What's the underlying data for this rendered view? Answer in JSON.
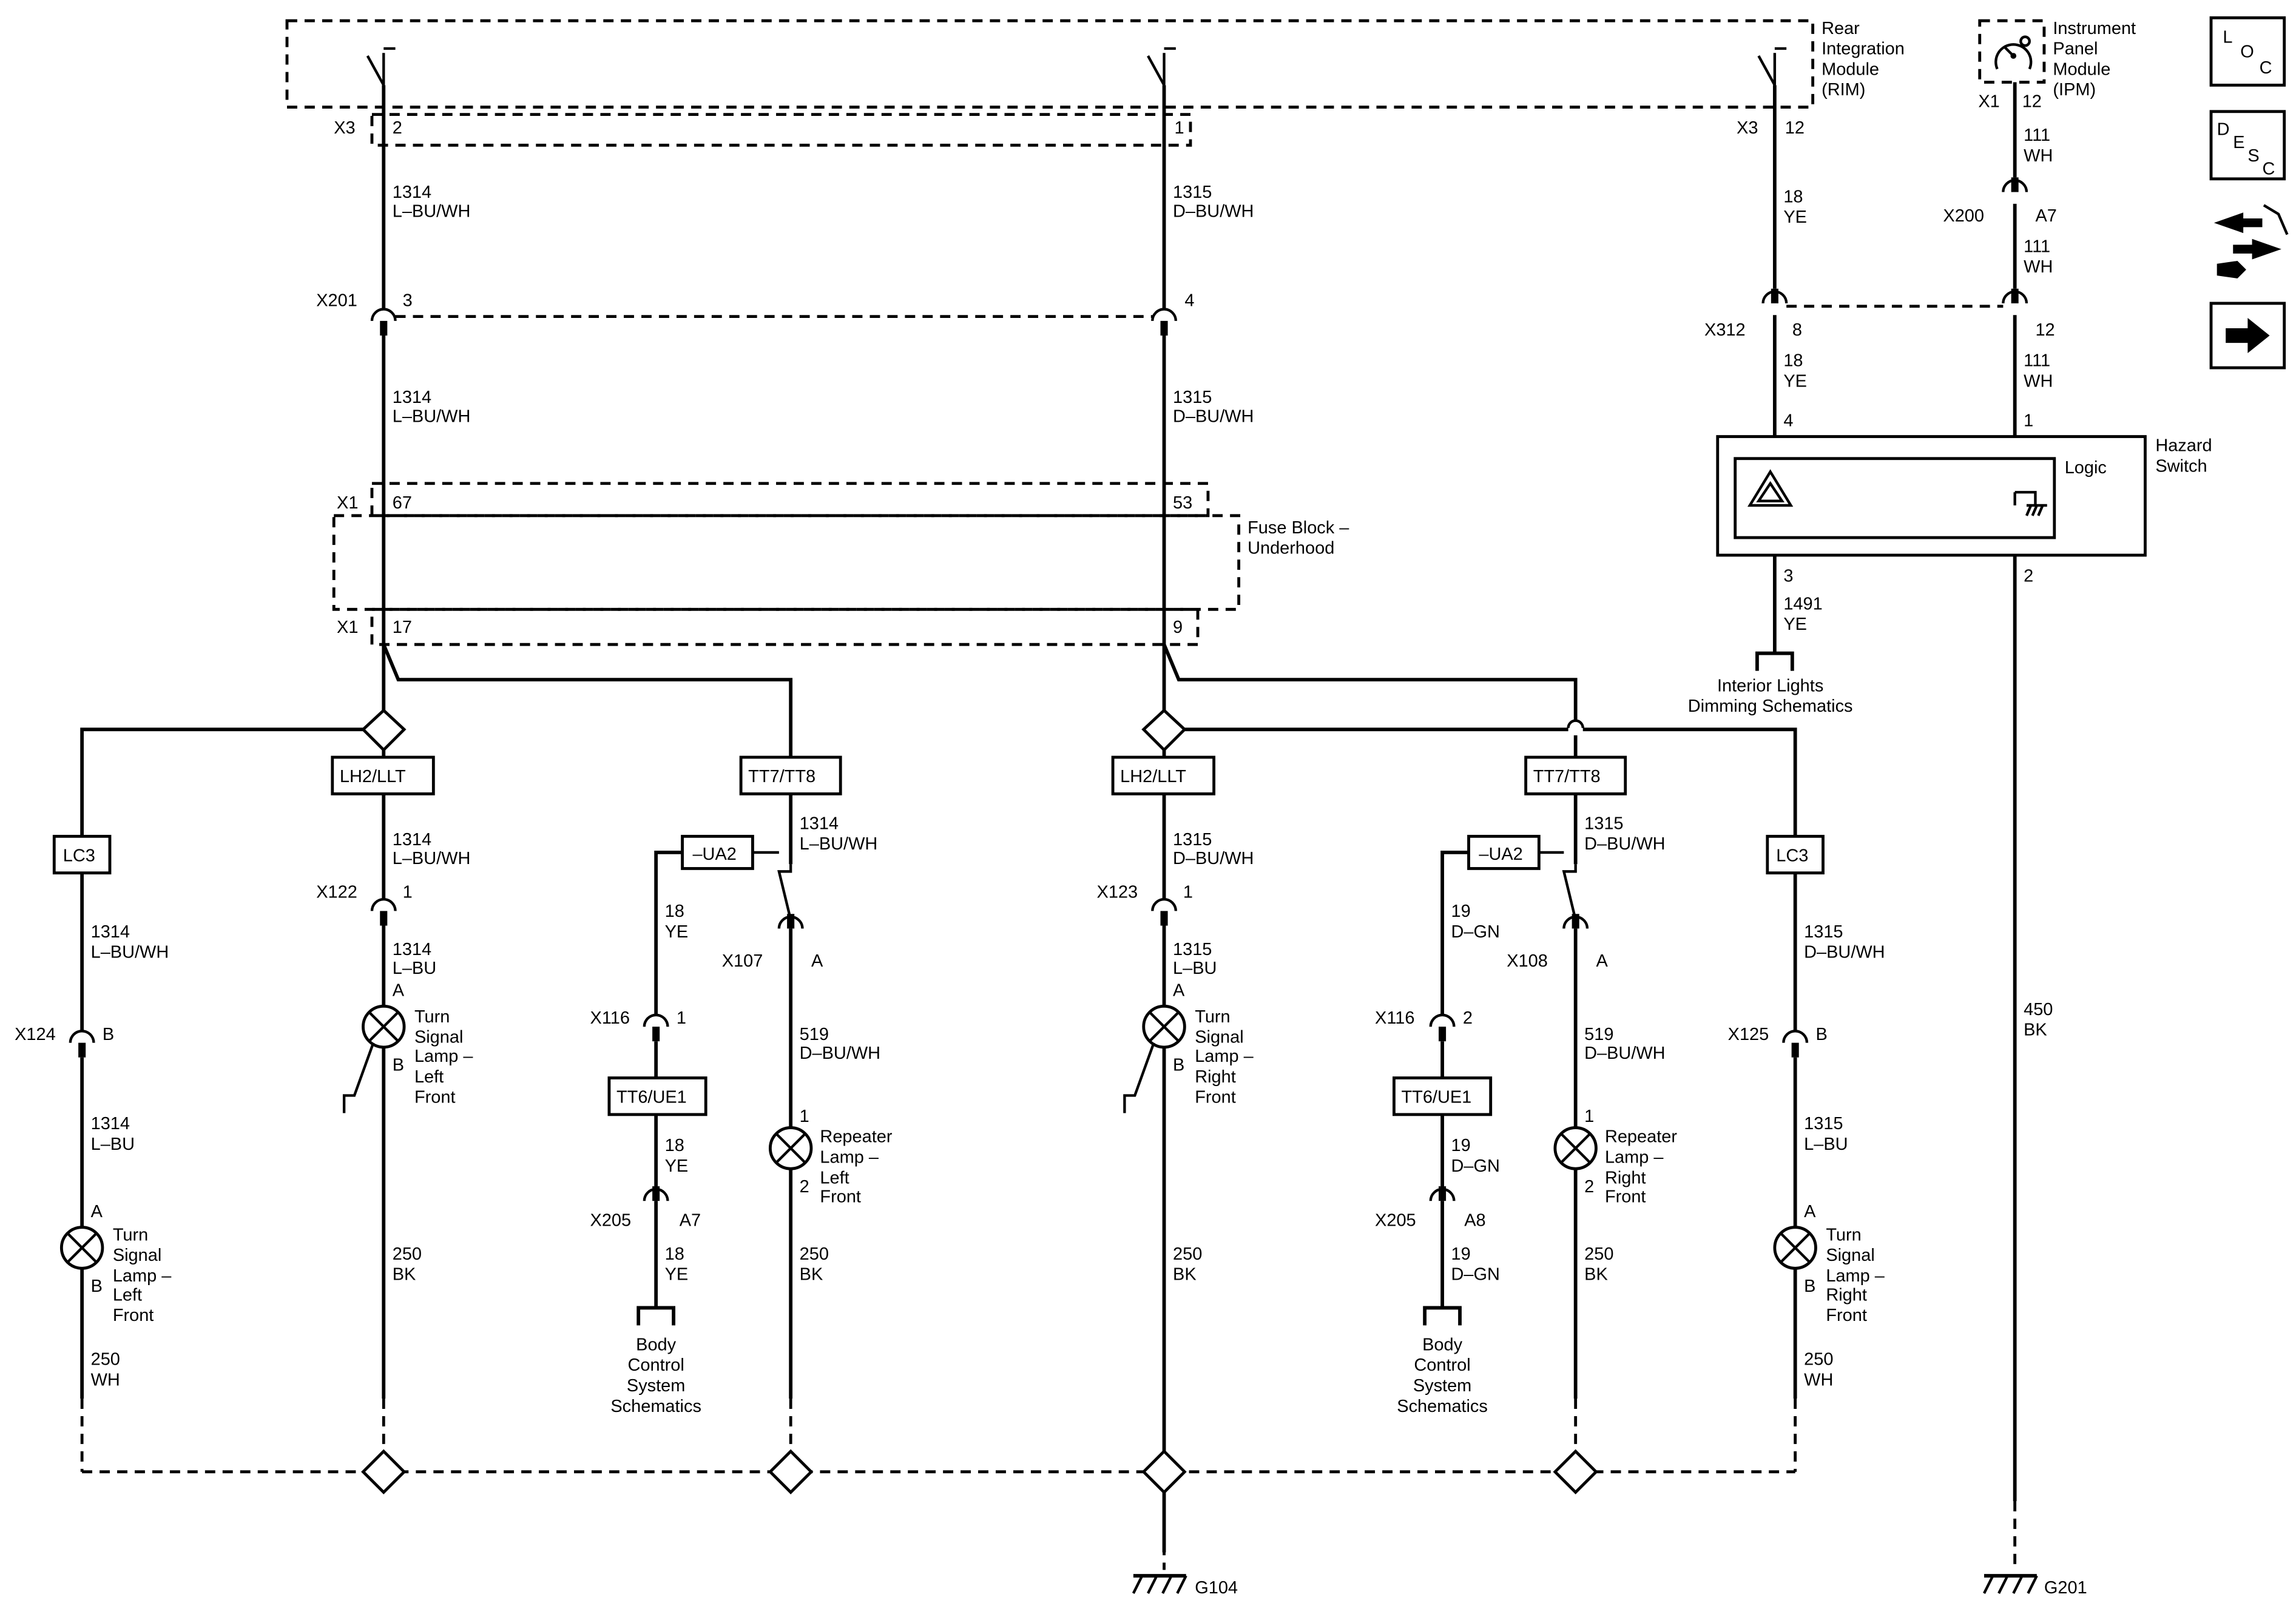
{
  "modules": {
    "rim": [
      "Rear",
      "Integration",
      "Module",
      "(RIM)"
    ],
    "ipm": [
      "Instrument",
      "Panel",
      "Module",
      "(IPM)"
    ],
    "fuse_block": [
      "Fuse Block –",
      "Underhood"
    ],
    "hazard": [
      "Hazard",
      "Switch"
    ],
    "logic": "Logic"
  },
  "connectors": {
    "x3": "X3",
    "x1": "X1",
    "x201": "X201",
    "x200": "X200",
    "x312": "X312",
    "x122": "X122",
    "x123": "X123",
    "x124": "X124",
    "x125": "X125",
    "x107": "X107",
    "x108": "X108",
    "x116": "X116",
    "x205": "X205"
  },
  "pins": {
    "p1": "1",
    "p2": "2",
    "p3": "3",
    "p4": "4",
    "p8": "8",
    "p9": "9",
    "p12": "12",
    "p17": "17",
    "p53": "53",
    "p67": "67",
    "a": "A",
    "b": "B",
    "a7": "A7",
    "a8": "A8"
  },
  "wires": {
    "c1314": "1314",
    "c1315": "1315",
    "c18": "18",
    "c19": "19",
    "c111": "111",
    "c250": "250",
    "c519": "519",
    "c450": "450",
    "c1491": "1491",
    "lbuwh": "L–BU/WH",
    "dbuwh": "D–BU/WH",
    "lbu": "L–BU",
    "ye": "YE",
    "wh": "WH",
    "dgn": "D–GN",
    "bk": "BK"
  },
  "options": {
    "lh2": "LH2/LLT",
    "tt7": "TT7/TT8",
    "lc3": "LC3",
    "ua2": "–UA2",
    "tt6": "TT6/UE1"
  },
  "lamps": {
    "tsl_left": [
      "Turn",
      "Signal",
      "Lamp –",
      "Left",
      "Front"
    ],
    "tsl_right": [
      "Turn",
      "Signal",
      "Lamp –",
      "Right",
      "Front"
    ],
    "rep_left": [
      "Repeater",
      "Lamp –",
      "Left",
      "Front"
    ],
    "rep_right": [
      "Repeater",
      "Lamp –",
      "Right",
      "Front"
    ]
  },
  "refs": {
    "body_control": [
      "Body",
      "Control",
      "System",
      "Schematics"
    ],
    "interior_lights": [
      "Interior Lights",
      "Dimming Schematics"
    ]
  },
  "grounds": {
    "g104": "G104",
    "g201": "G201"
  },
  "side_icons": {
    "loc": [
      "L",
      "O",
      "C"
    ],
    "desc": [
      "D",
      "E",
      "S",
      "C"
    ],
    "tools": "connector-tools-icon",
    "next": "right-arrow-icon"
  }
}
